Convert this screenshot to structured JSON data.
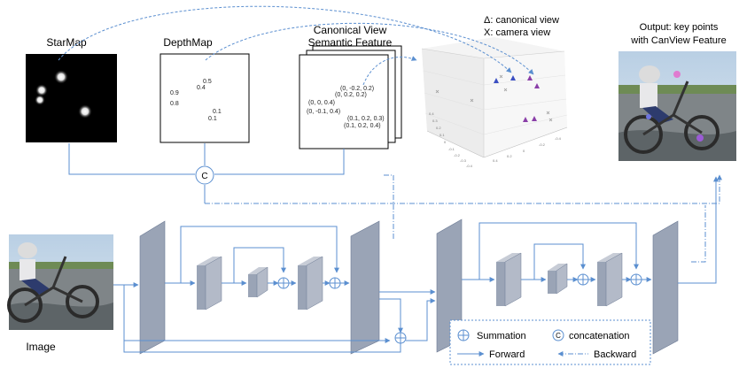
{
  "labels": {
    "starmap": "StarMap",
    "depthmap": "DepthMap",
    "canonical_line1": "Canonical View",
    "canonical_line2": "Semantic Feature",
    "legend_top_1": "Δ: canonical view",
    "legend_top_2": "X: camera view",
    "output_line1": "Output: key points",
    "output_line2": "with CanView Feature",
    "image": "Image"
  },
  "depth_values": [
    {
      "text": "0.5"
    },
    {
      "text": "0.4"
    },
    {
      "text": "0.9"
    },
    {
      "text": "0.8"
    },
    {
      "text": "0.1"
    },
    {
      "text": "0.1"
    }
  ],
  "canon_values": [
    {
      "text": "(0, -0.2, 0.2)"
    },
    {
      "text": "(0, 0.2, 0.2)"
    },
    {
      "text": "(0, 0, 0.4)"
    },
    {
      "text": "(0, -0.1, 0.4)"
    },
    {
      "text": "(0.1, 0.2, 0.3)"
    },
    {
      "text": "(0.1, 0.2, 0.4)"
    }
  ],
  "legend": {
    "summation": "Summation",
    "concatenation": "concatenation",
    "forward": "Forward",
    "backward": "Backward"
  },
  "concat_symbol": "C",
  "plot3d": {
    "axis_ticks": [
      "0.4",
      "0.3",
      "0.2",
      "0.1",
      "0",
      "-0.1",
      "-0.2",
      "-0.3",
      "-0.4"
    ]
  },
  "colors": {
    "arrow": "#5b8fd0",
    "block_face": "#9aa4b6",
    "block_side": "#c7ccd6",
    "block_edge": "#6c7a94",
    "triangle_blue": "#3b4fc2",
    "triangle_purple": "#8a3fa8"
  }
}
